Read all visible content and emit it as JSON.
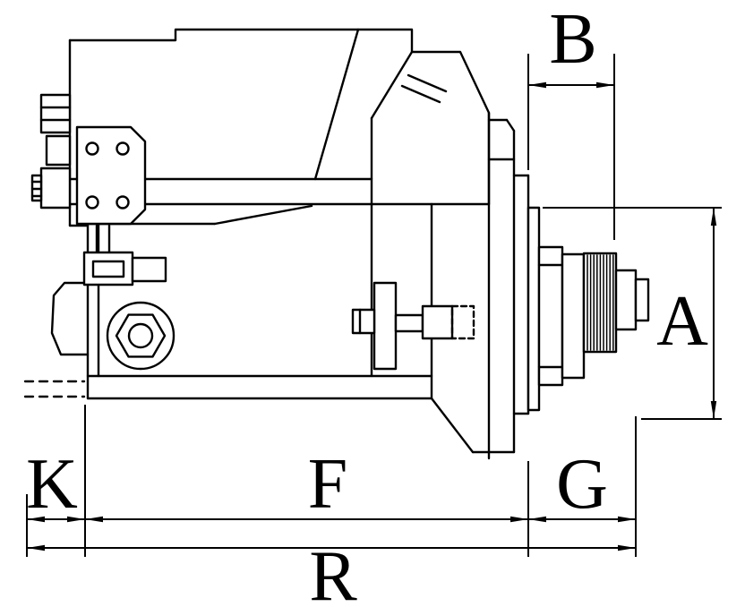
{
  "page": {
    "background": "#ffffff"
  },
  "drawing": {
    "stroke_color": "#000000",
    "labels": {
      "B": "B",
      "A": "A",
      "K": "K",
      "F": "F",
      "G": "G",
      "R": "R"
    }
  }
}
